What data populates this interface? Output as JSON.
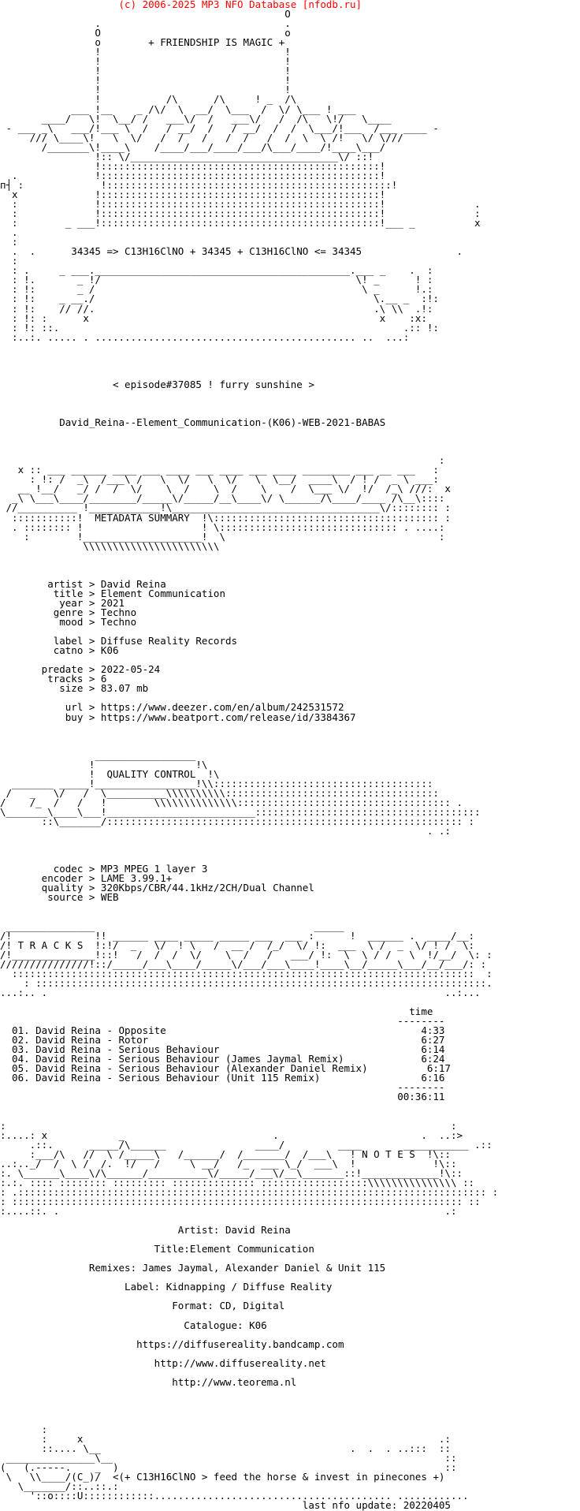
{
  "header": "                    (c) 2006-2025 MP3 NFO Database [nfodb.ru]",
  "nfo_lines": [
    "                                                O",
    "                .                               .",
    "                O                               o",
    "                o        + FRIENDSHIP IS MAGIC +",
    "                !                               !",
    "                !                               !",
    "                !                               !",
    "                !                               !",
    "                !                               !",
    "                !           /\\      /\\     ! _  /\\",
    "            ___ !__    _ /\\/  \\  __/  \\___  /  \\/ \\___ ! ___",
    "       ____/   \\!  \\__/ /   ___\\/  /   ___\\/   /  /\\   \\!/   \\____",
    " - ___ _\\   ___/!___ \\  /   / __/  /   / __/  /  /  \\___/!___  /___ ____ -",
    "     /// \\____\\!   \\  \\/   /  /   /   /  /   /  /  \\  \\ /!   \\/ \\///",
    "       /_______\\!____\\    /____/___/____/___/\\___/____/!____\\___/",
    "                !:: \\/___________________________________\\/ ::!",
    "                !:::::::::::::::::::::::::::::::::::::::::::::::!",
    "  .             !:::::::::::::::::::::::::::::::::::::::::::::::!",
    "п┤ :             !::::::::::::::::::::::::::::::::::::::::::::::::!",
    "  x             !:::::::::::::::::::::::::::::::::::::::::::::::!",
    "  :             !:::::::::::::::::::::::::::::::::::::::::::::::!               .",
    "  :             !:::::::::::::::::::::::::::::::::::::::::::::::!               :",
    "  :        _ ___!:::::::::::::::::::::::::::::::::::::::::::::::!___ _          x",
    "  .",
    "  :",
    "  .  .      34345 => C13H16ClNO + 34345 + C13H16ClNO <= 34345                .",
    "  :",
    "  : .     _ ___.___________________________________________.___ _    .  :",
    "  : !.       _ !/                                           \\! _      ! :",
    "  : !:       _ /                                             \\ _      !.:",
    "  : !:    _ __./                                               \\.__ _  :!:",
    "  : !:    // //.                                               .\\ \\\\  .!:",
    "  : !: :      x                                                 x    :x:",
    "  : !: ::.                                                          .:: !:",
    "  :..:. ..... . ............................................ ..  ...:",
    "",
    "",
    "",
    "",
    "                   < episode#37085 ! furry sunshine >",
    "",
    "",
    "",
    "          David_Reina--Element_Communication-(K06)-WEB-2021-BABAS",
    "",
    "",
    "",
    "                                                                          :",
    "   x :: ___ ______ ____ ___ ____ ___ ____ ___ ____ ________ ___ __ ___   :",
    "     : !: /  _\\  /___\\ /   \\  \\/   \\  \\/   \\  \\__/  ____\\  / ! /  _ \\ ___:",
    "   __ !__/   _/ /  /  \\/    \\  /    \\  /    \\    /  \\___ \\/  !/  /_\\ ///:  x",
    "  _\\ \\___\\____/________/_____\\/_____/__\\____\\/ \\______/\\____/____ /\\__\\::::",
    " //__________ !____________!\\___________________________________\\/:::::::: :",
    "  :::::::::::!  METADATA SUMMARY  !\\:::::::::::::::::::::::::::::::::::::: :",
    "  . :::::::: !                    ! \\:::::::::::::::::::::::::::::: . ....:",
    "    :        !____________________!  \\                                    :",
    "              \\\\\\\\\\\\\\\\\\\\\\\\\\\\\\\\\\\\\\\\\\\\\\",
    "",
    "",
    "",
    "        artist > David Reina",
    "         title > Element Communication",
    "          year > 2021",
    "         genre > Techno",
    "          mood > Techno",
    "",
    "         label > Diffuse Reality Records",
    "         catno > K06",
    "",
    "       predate > 2022-05-24",
    "        tracks > 6",
    "          size > 83.07 mb",
    "",
    "           url > https://www.deezer.com/en/album/242531572",
    "           buy > https://www.beatport.com/release/id/3384367",
    "",
    "",
    "",
    "                _________________",
    "               !                 !\\",
    "               !  QUALITY CONTROL  !\\",
    "  _______ _____!_________________!\\\\:::::::::::::::::::::::::::::::::::::",
    " /   _   \\/   /  \\__________\\\\\\\\\\\\\\\\\\\\::::::::::::::::::::::::::::::::::::",
    "/    /_  /   /   !        \\\\\\\\\\\\\\\\\\\\\\\\\\\\:::::::::::::::::::::::::::::::::::: .",
    "\\_______\\____\\___!_________________________::::::::::::::::::::::::::::::::::::::",
    "       ::\\_______/:::::::::::::::::::::::::::::::::::::::::::::::::::::::::::: :",
    "                                                                        . .:",
    "",
    "",
    "",
    "         codec > MP3 MPEG 1 layer 3",
    "       encoder > LAME 3.99.1+",
    "       quality > 320Kbps/CBR/44.1kHz/2CH/Dual Channel",
    "        source > WEB",
    "",
    "",
    " _______________                                     _____",
    "/!              !! ______ ____ _____ _____ ___  ___ :      !  ______ .  ____/__:",
    "/! T R A C K S  !:!/  _   \\/  ! \\   /  __ /  /_/  \\/ !:  ___  \\ /  _  \\/ ! /  \\:",
    "/!______________!::!   /  /  /  \\/    \\  /   /   ___/ !:  \\  \\ / /   \\  !/__/  \\: :",
    "///////////////!::/_____/___\\____/_____\\/___/___\\____!____\\__/_____\\___/__/___/: :",
    "  ::::::::::::::::::::::::::::::::::::::::::::::::::::::::::::::::::::::::::::::  :",
    "    : ::::::::::::::::::::::::::::::::::::::::::::::::::::::::::::::::::::::::::::.",
    "...:.. .                                                                   ..:...",
    "",
    "                                                                     time",
    "                                                                   --------",
    "  01. David Reina - Opposite                                           4:33",
    "  02. David Reina - Rotor                                              6:27",
    "  03. David Reina - Serious Behaviour                                  6:14",
    "  04. David Reina - Serious Behaviour (James Jaymal Remix)             6:24",
    "  05. David Reina - Serious Behaviour (Alexander Daniel Remix)          6:17",
    "  06. David Reina - Serious Behaviour (Unit 115 Remix)                 6:16",
    "                                                                   --------",
    "                                                                   00:36:11",
    "",
    "",
    ":                                                                           :",
    ":....: x            _                         .                        .  ..:>",
    "     .::.      _____/\\______               ____/         ____       ___________ .::",
    "     :___/\\   //  \\ /_____\\   /______/  /_______/  /___\\   ! N O T E S  !\\::",
    "..:.._/  /  \\ /  /.  !/   /     \\ __/   /_  ___ \\_/  ___\\  !             !\\::",
    ":. \\______\\____\\/\\______/__________\\/_____/___\\/__\\_______::!_____________!\\::",
    ":.:. :::: :::::::: ::::::::: :::::::::::::: ::::::::::::::::::\\\\\\\\\\\\\\\\\\\\\\\\\\\\\\ ::",
    ": .::::::::::::::::::::::::::::::::::::::::::::::::::::::::::::::::::::::::::::::: :",
    ": :::::::::::::::::::::::::::::::::::::::::::::::::::::::::::::::::::::::::::: ::",
    ":....::. .                                                                 .:",
    "",
    "                              Artist: David Reina",
    "",
    "                          Title:Element Communication",
    "",
    "               Remixes: James Jaymal, Alexander Daniel & Unit 115",
    "",
    "                     Label: Kidnapping / Diffuse Reality",
    "",
    "                             Format: CD, Digital",
    "",
    "                               Catalogue: K06",
    "",
    "                       https://diffusereality.bandcamp.com",
    "",
    "                          http://www.diffusereality.net",
    "",
    "                             http://www.teorema.nl",
    "",
    "",
    "",
    "",
    "       :",
    "       :     x                                                            .:",
    "       ::.... \\__                                          .  .  . ..:::  ::",
    " _______________\\__                                                        ::",
    "(   (.-----.    _  )                                                       ::",
    " \\   \\\\____/(C_)/  <(+ C13H16ClNO > feed the horse & invest in pinecones +)",
    "   \\_______/::..::.:",
    "     '::o::::U::::::::::::........................................ ............",
    "                                                   last nfo update: 20220405"
  ]
}
